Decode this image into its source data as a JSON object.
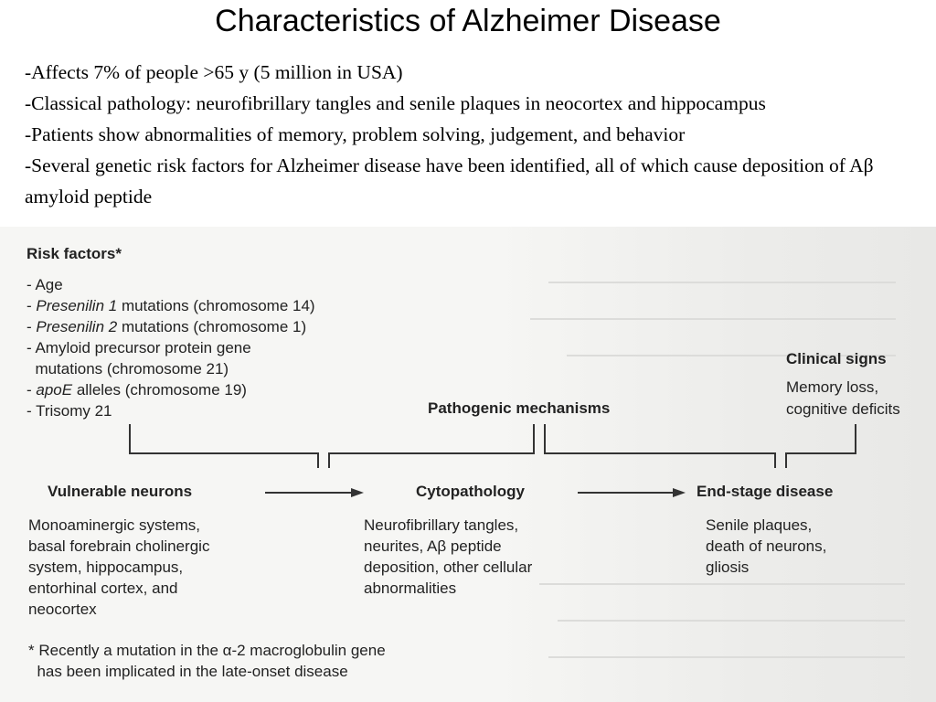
{
  "title": "Characteristics of Alzheimer Disease",
  "bullets": [
    "-Affects 7% of people >65 y (5 million in USA)",
    "-Classical pathology: neurofibrillary tangles and senile plaques in neocortex and hippocampus",
    "-Patients show abnormalities of memory, problem solving, judgement, and behavior",
    "-Several genetic risk factors for Alzheimer disease have been identified, all of which cause deposition of Aβ amyloid peptide"
  ],
  "figure": {
    "risk_factors": {
      "heading": "Risk factors*",
      "items": [
        {
          "italic": "",
          "text": "- Age"
        },
        {
          "prefix": "- ",
          "italic": "Presenilin 1",
          "text": " mutations (chromosome 14)"
        },
        {
          "prefix": "- ",
          "italic": "Presenilin 2",
          "text": " mutations (chromosome 1)"
        },
        {
          "italic": "",
          "text": "- Amyloid precursor protein gene"
        },
        {
          "italic": "",
          "text": "  mutations (chromosome 21)"
        },
        {
          "prefix": "- ",
          "italic": "apoE",
          "text": " alleles (chromosome 19)"
        },
        {
          "italic": "",
          "text": "- Trisomy 21"
        }
      ]
    },
    "pathogenic_heading": "Pathogenic mechanisms",
    "clinical_signs": {
      "heading": "Clinical signs",
      "lines": [
        "Memory loss,",
        "cognitive deficits"
      ]
    },
    "stages": [
      {
        "heading": "Vulnerable neurons",
        "lines": [
          "Monoaminergic systems,",
          "basal forebrain cholinergic",
          "system, hippocampus,",
          "entorhinal cortex, and",
          "neocortex"
        ]
      },
      {
        "heading": "Cytopathology",
        "lines": [
          "Neurofibrillary tangles,",
          "neurites, Aβ peptide",
          "deposition, other cellular",
          "abnormalities"
        ]
      },
      {
        "heading": "End-stage disease",
        "lines": [
          "Senile plaques,",
          "death of neurons,",
          "gliosis"
        ]
      }
    ],
    "footnote": [
      "* Recently a mutation in the α-2 macroglobulin gene",
      "  has been implicated in the late-onset disease"
    ]
  }
}
